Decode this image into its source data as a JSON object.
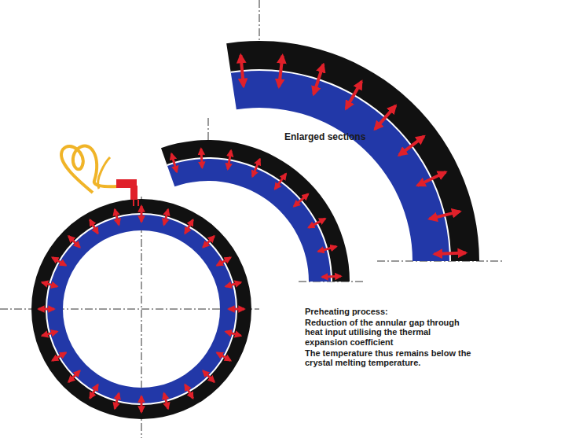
{
  "diagram": {
    "labels": [
      "Enlarged sections",
      "Preheating process:",
      "Reduction of the annular gap through heat input utilising the thermal expansion coefficient",
      "The temperature thus remains below the crystal melting temperature."
    ]
  }
}
